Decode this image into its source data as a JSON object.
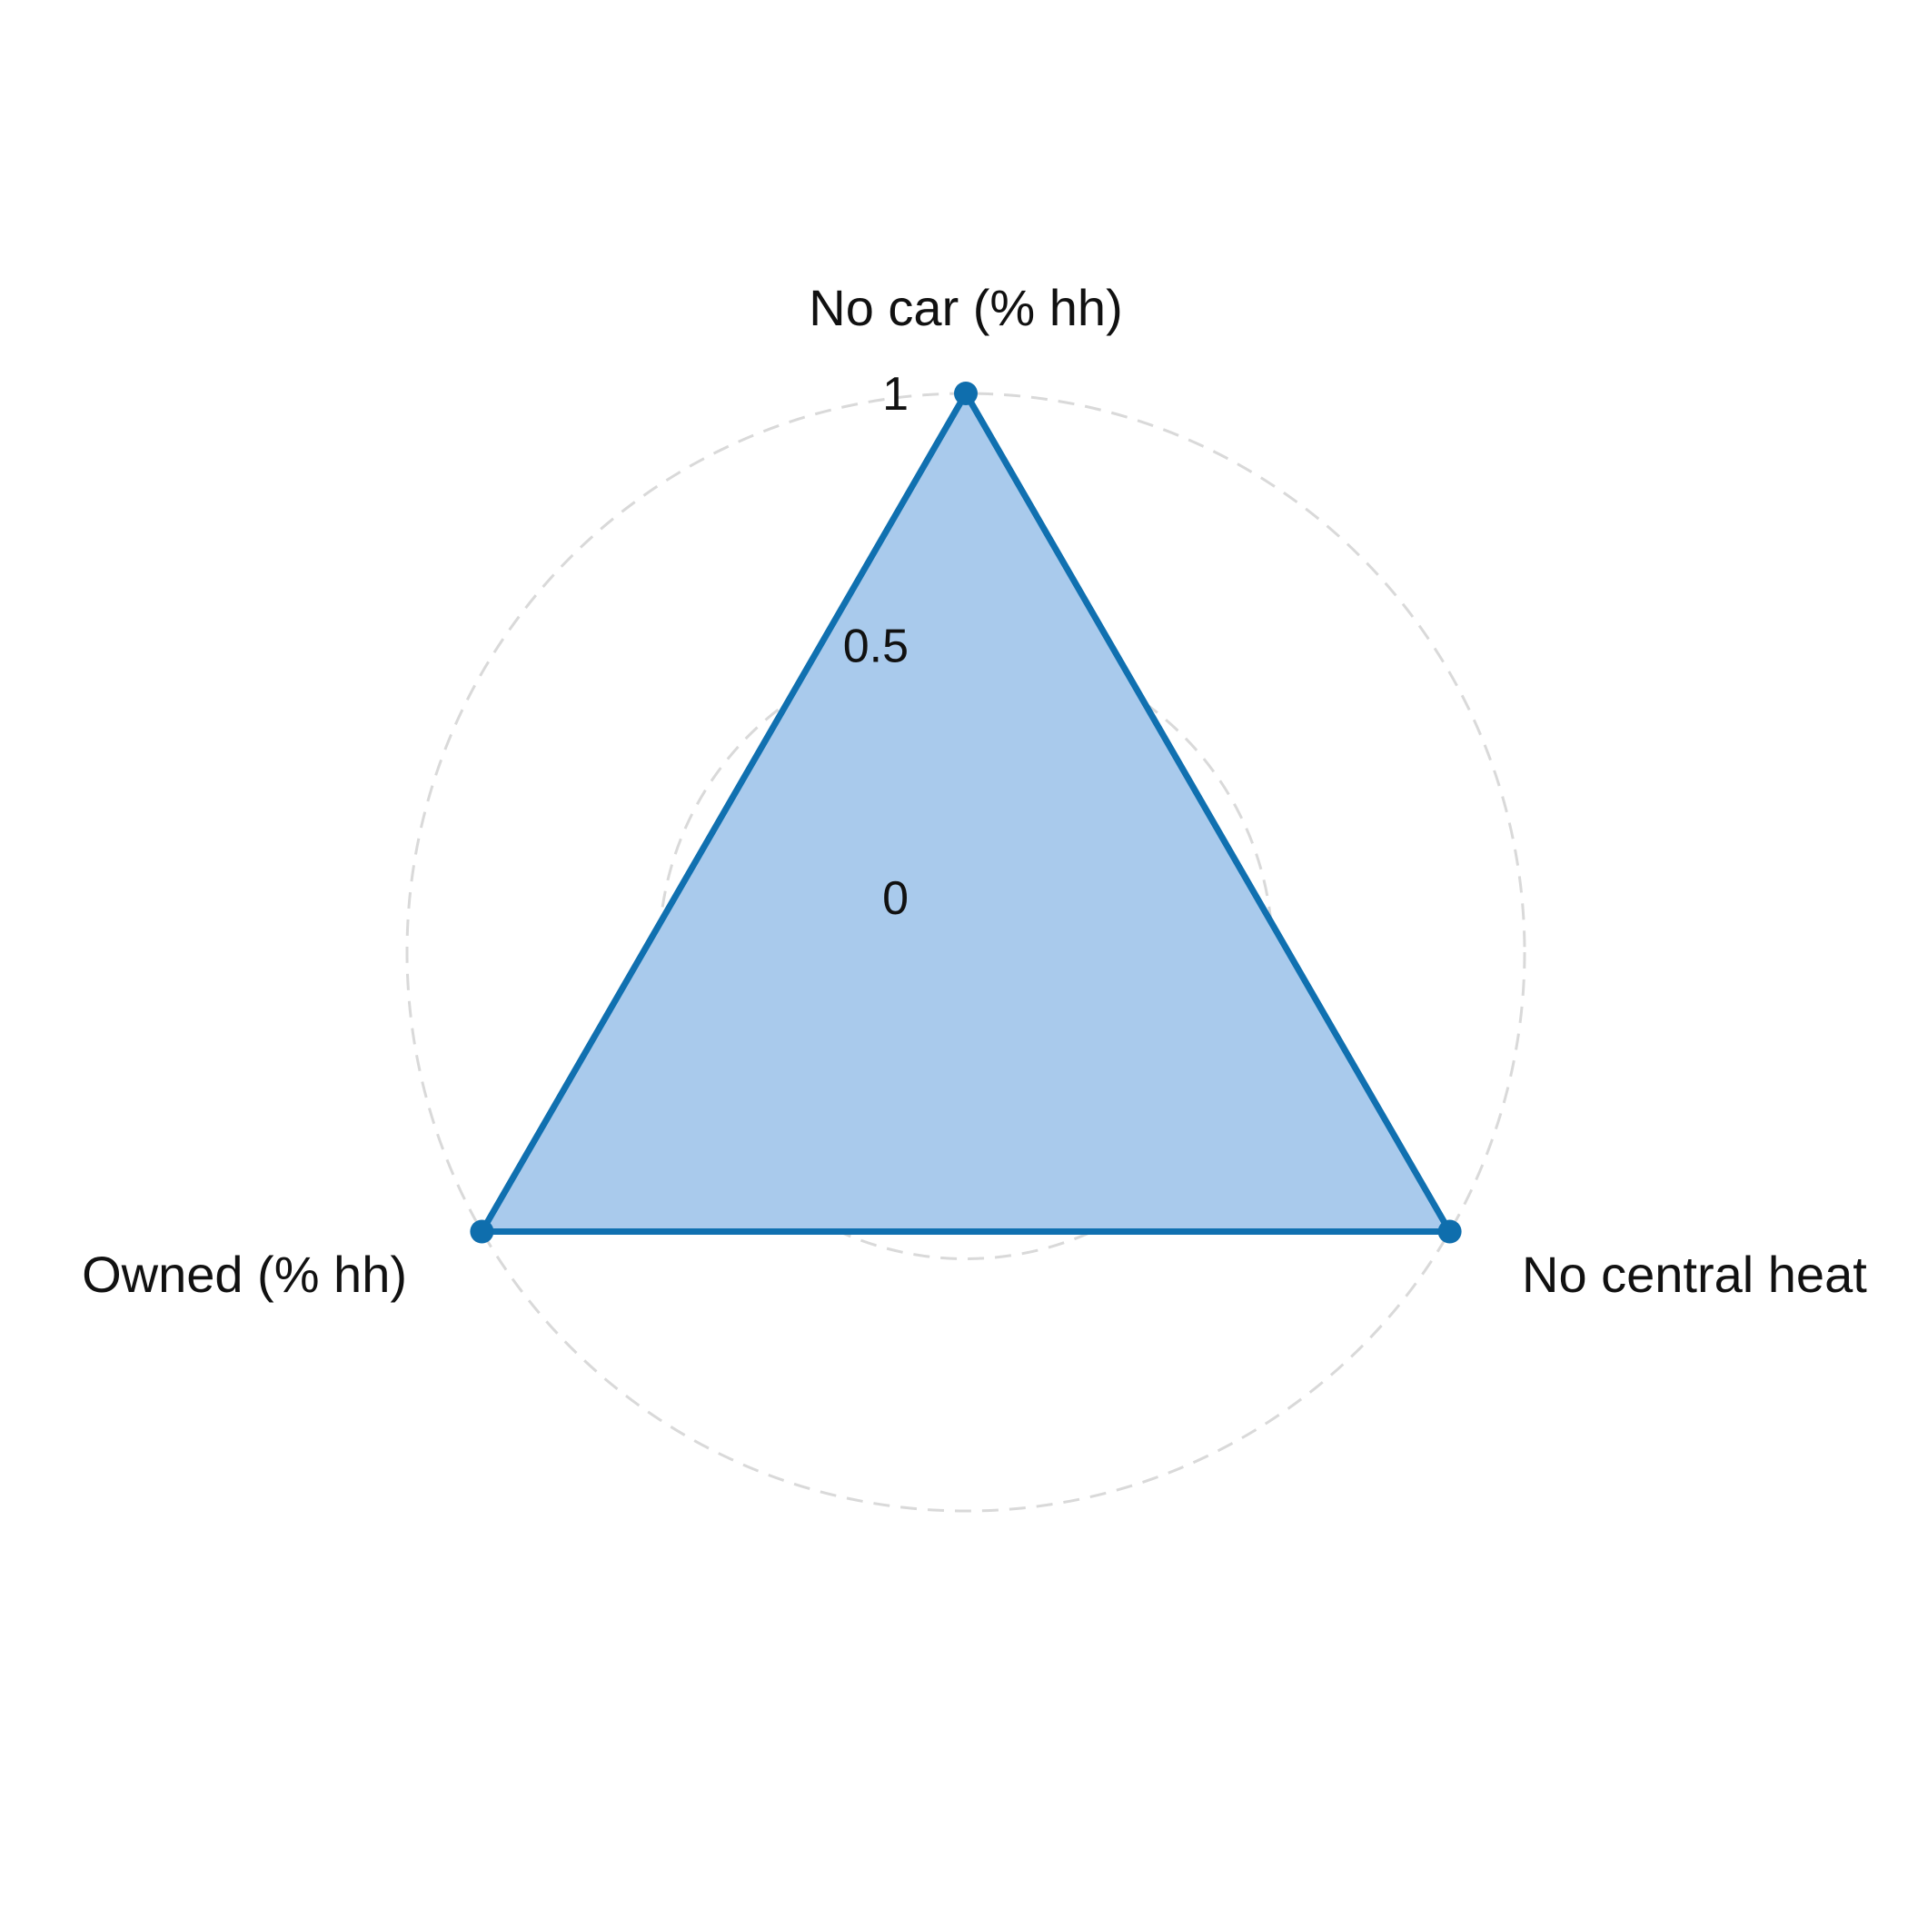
{
  "chart_data": {
    "type": "radar",
    "axes": [
      "No car (% hh)",
      "No central heat",
      "Owned (% hh)"
    ],
    "series": [
      {
        "values": [
          1,
          1,
          1
        ]
      }
    ],
    "rlim": [
      0,
      1
    ],
    "r_ticks": [
      {
        "value": 0,
        "label": "0"
      },
      {
        "value": 0.5,
        "label": "0.5"
      },
      {
        "value": 1,
        "label": "1"
      }
    ],
    "grid": true,
    "grid_style": "dashed",
    "legend": "none",
    "colors": {
      "fill": "#a9caec",
      "line": "#1070b0",
      "point": "#0f6ead",
      "grid": "#d9d9d9",
      "spoke": "#8fa5bd"
    }
  }
}
